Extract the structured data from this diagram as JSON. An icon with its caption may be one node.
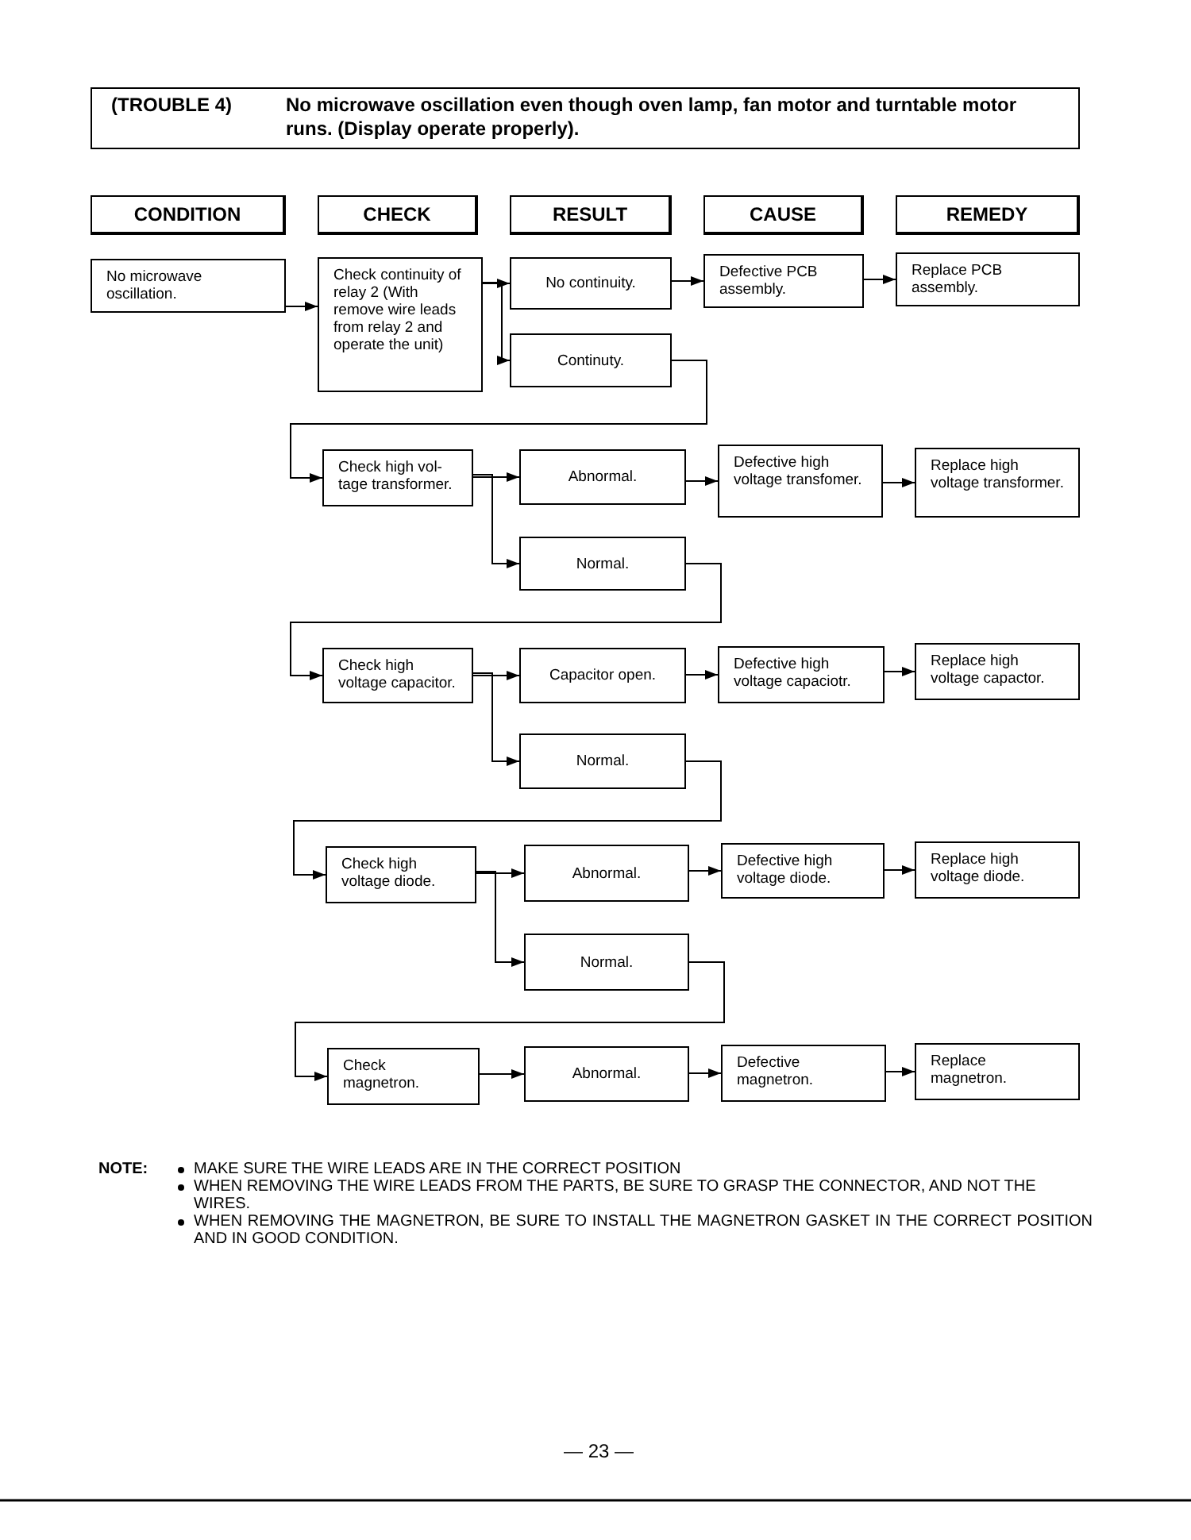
{
  "diagram": {
    "nodes": [
      {
        "text": [
          "(TROUBLE 4)",
          "No microwave oscillation even though oven lamp, fan motor and turntable motor runs. (Display operate properly)."
        ]
      },
      {
        "text": [
          "CONDITION"
        ]
      },
      {
        "text": [
          "CHECK"
        ]
      },
      {
        "text": [
          "RESULT"
        ]
      },
      {
        "text": [
          "CAUSE"
        ]
      },
      {
        "text": [
          "REMEDY"
        ]
      },
      {
        "text": [
          "No microwave oscillation."
        ]
      },
      {
        "text": [
          "Check continuity of relay 2 (With remove wire leads from relay 2 and operate the unit)"
        ]
      },
      {
        "text": [
          "No continuity."
        ]
      },
      {
        "text": [
          "Defective PCB assembly."
        ]
      },
      {
        "text": [
          "Replace PCB assembly."
        ]
      },
      {
        "text": [
          "Continuty."
        ]
      },
      {
        "text": [
          "Check high vol- tage transformer."
        ]
      },
      {
        "text": [
          "Abnormal."
        ]
      },
      {
        "text": [
          "Defective high voltage transfomer."
        ]
      },
      {
        "text": [
          "Replace high voltage transformer."
        ]
      },
      {
        "text": [
          "Normal."
        ]
      },
      {
        "text": [
          "Check high voltage capacitor."
        ]
      },
      {
        "text": [
          "Capacitor open."
        ]
      },
      {
        "text": [
          "Defective high voltage capaciotr."
        ]
      },
      {
        "text": [
          "Replace high voltage capactor."
        ]
      },
      {
        "text": [
          "Normal."
        ]
      },
      {
        "text": [
          "Check high voltage diode."
        ]
      },
      {
        "text": [
          "Abnormal."
        ]
      },
      {
        "text": [
          "Defective high voltage diode."
        ]
      },
      {
        "text": [
          "Replace high voltage diode."
        ]
      },
      {
        "text": [
          "Normal."
        ]
      },
      {
        "text": [
          "Check magnetron."
        ]
      },
      {
        "text": [
          "Abnormal."
        ]
      },
      {
        "text": [
          "Defective magnetron."
        ]
      },
      {
        "text": [
          "Replace magnetron."
        ]
      }
    ],
    "edges": [
      {
        "from": 6,
        "to": 7,
        "arrow": "to"
      },
      {
        "from": 7,
        "to": 8,
        "arrow": "to"
      },
      {
        "from": 7,
        "to": 11,
        "arrow": "to"
      },
      {
        "from": 8,
        "to": 9,
        "arrow": "to"
      },
      {
        "from": 9,
        "to": 10,
        "arrow": "to"
      },
      {
        "from": 11,
        "to": 12,
        "arrow": "to"
      },
      {
        "from": 12,
        "to": 13,
        "arrow": "to"
      },
      {
        "from": 12,
        "to": 16,
        "arrow": "to"
      },
      {
        "from": 13,
        "to": 14,
        "arrow": "to"
      },
      {
        "from": 14,
        "to": 15,
        "arrow": "to"
      },
      {
        "from": 16,
        "to": 17,
        "arrow": "to"
      },
      {
        "from": 17,
        "to": 18,
        "arrow": "to"
      },
      {
        "from": 17,
        "to": 21,
        "arrow": "to"
      },
      {
        "from": 18,
        "to": 19,
        "arrow": "to"
      },
      {
        "from": 19,
        "to": 20,
        "arrow": "to"
      },
      {
        "from": 21,
        "to": 22,
        "arrow": "to"
      },
      {
        "from": 22,
        "to": 23,
        "arrow": "to"
      },
      {
        "from": 22,
        "to": 26,
        "arrow": "to"
      },
      {
        "from": 23,
        "to": 24,
        "arrow": "to"
      },
      {
        "from": 24,
        "to": 25,
        "arrow": "to"
      },
      {
        "from": 26,
        "to": 27,
        "arrow": "to"
      },
      {
        "from": 27,
        "to": 28,
        "arrow": "to"
      },
      {
        "from": 28,
        "to": 29,
        "arrow": "to"
      },
      {
        "from": 29,
        "to": 30,
        "arrow": "to"
      }
    ],
    "labels": [
      "NOTE:",
      "MAKE SURE THE WIRE LEADS ARE IN THE CORRECT POSITION",
      "WHEN REMOVING THE WIRE LEADS FROM THE PARTS, BE SURE TO GRASP THE CONNECTOR, AND NOT THE WIRES.",
      "WHEN REMOVING THE MAGNETRON, BE SURE TO INSTALL THE MAGNETRON GASKET IN THE CORRECT POSITION AND IN GOOD CONDITION.",
      "— 23 —"
    ]
  }
}
